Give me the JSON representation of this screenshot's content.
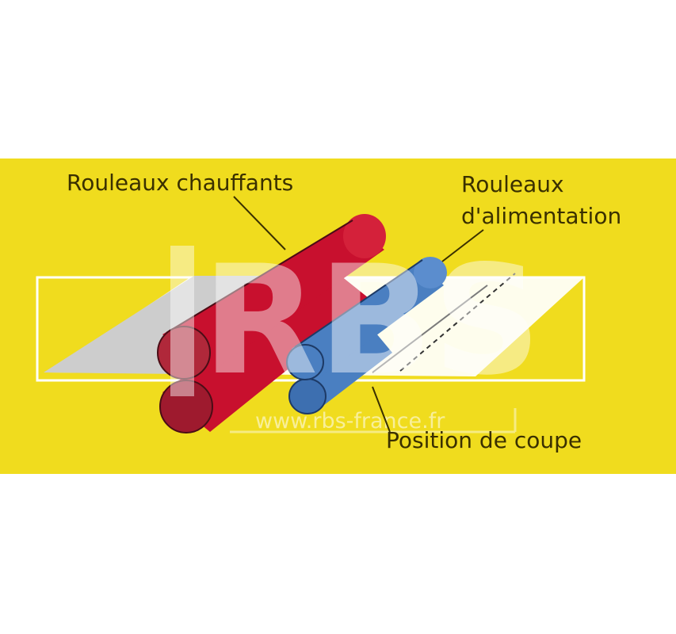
{
  "diagram": {
    "background_color": "#f0dc1e",
    "labels": {
      "heating_rollers": "Rouleaux chauffants",
      "feed_rollers_line1": "Rouleaux",
      "feed_rollers_line2": "d'alimentation",
      "cut_position": "Position de coupe"
    },
    "watermark": {
      "logo_text": "RBS",
      "url": "www.rbs-france.fr"
    },
    "colors": {
      "heating_roller": "#c8102e",
      "feed_roller": "#4a7fc1",
      "sheet": "#ffffff",
      "sheet_shadow": "#cccccc"
    }
  }
}
